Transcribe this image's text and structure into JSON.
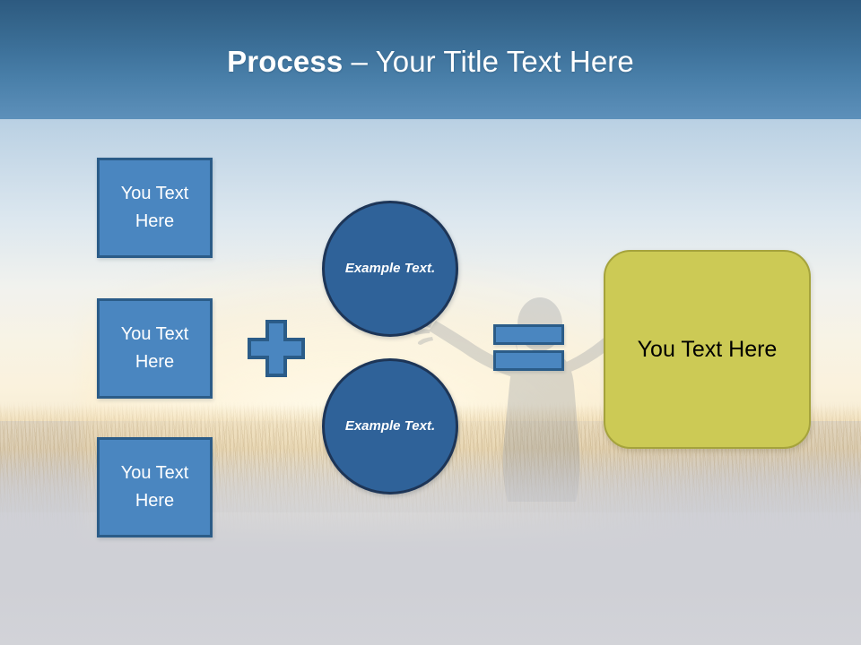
{
  "slide": {
    "title": {
      "bold_part": "Process",
      "rest_part": " – Your Title Text Here"
    },
    "theme": {
      "header_top_color": "#2d5a80",
      "header_bottom_color": "#5d90ba",
      "box_fill_color": "#4a86c0",
      "box_border_color": "#2b5c88",
      "circle_fill_color": "#2f6299",
      "circle_border_color": "#1d3557",
      "result_fill_color": "#ccca55",
      "result_border_color": "#a5a33c",
      "title_text_color": "#ffffff",
      "result_text_color": "#000000",
      "background_base_color": "#d2d3d8"
    },
    "input_boxes": [
      {
        "label": "You Text Here"
      },
      {
        "label": "You Text Here"
      },
      {
        "label": "You Text Here"
      }
    ],
    "operator_plus": {
      "symbol": "+",
      "name": "plus"
    },
    "circles": [
      {
        "label": "Example Text."
      },
      {
        "label": "Example Text."
      }
    ],
    "operator_equals": {
      "symbol": "=",
      "name": "equals"
    },
    "result_box": {
      "label": "You Text Here"
    },
    "background": {
      "description": "person with outstretched arms in a grass field at sunrise"
    }
  }
}
